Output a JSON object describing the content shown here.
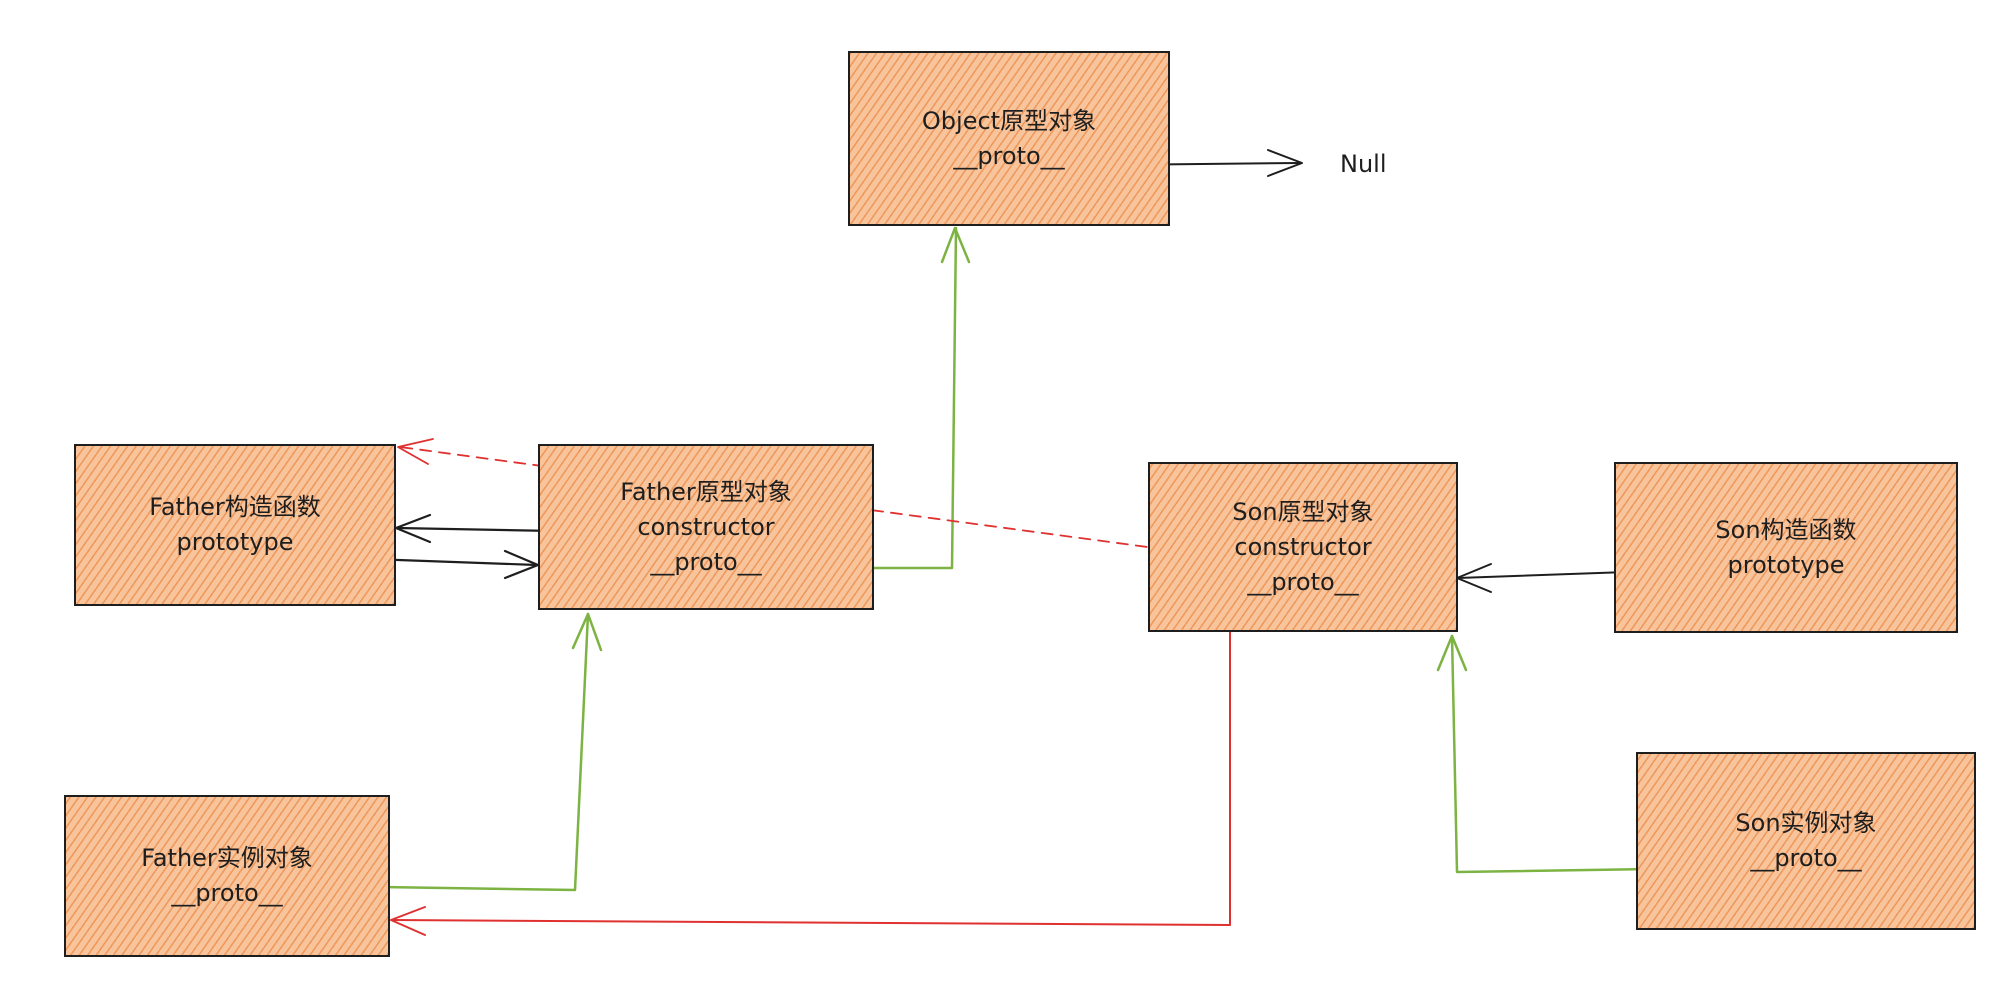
{
  "nodes": {
    "object_proto": {
      "title": "Object原型对象",
      "prop1": "__proto__"
    },
    "father_ctor": {
      "title": "Father构造函数",
      "prop1": "prototype"
    },
    "father_proto": {
      "title": "Father原型对象",
      "prop1": "constructor",
      "prop2": "__proto__"
    },
    "father_inst": {
      "title": "Father实例对象",
      "prop1": "__proto__"
    },
    "son_proto": {
      "title": "Son原型对象",
      "prop1": "constructor",
      "prop2": "__proto__"
    },
    "son_ctor": {
      "title": "Son构造函数",
      "prop1": "prototype"
    },
    "son_inst": {
      "title": "Son实例对象",
      "prop1": "__proto__"
    }
  },
  "null_label": "Null",
  "colors": {
    "stroke": "#1e1e1e",
    "fill": "#f7c49c",
    "hatch": "#e87628",
    "green": "#7cb342",
    "red": "#e03131"
  }
}
